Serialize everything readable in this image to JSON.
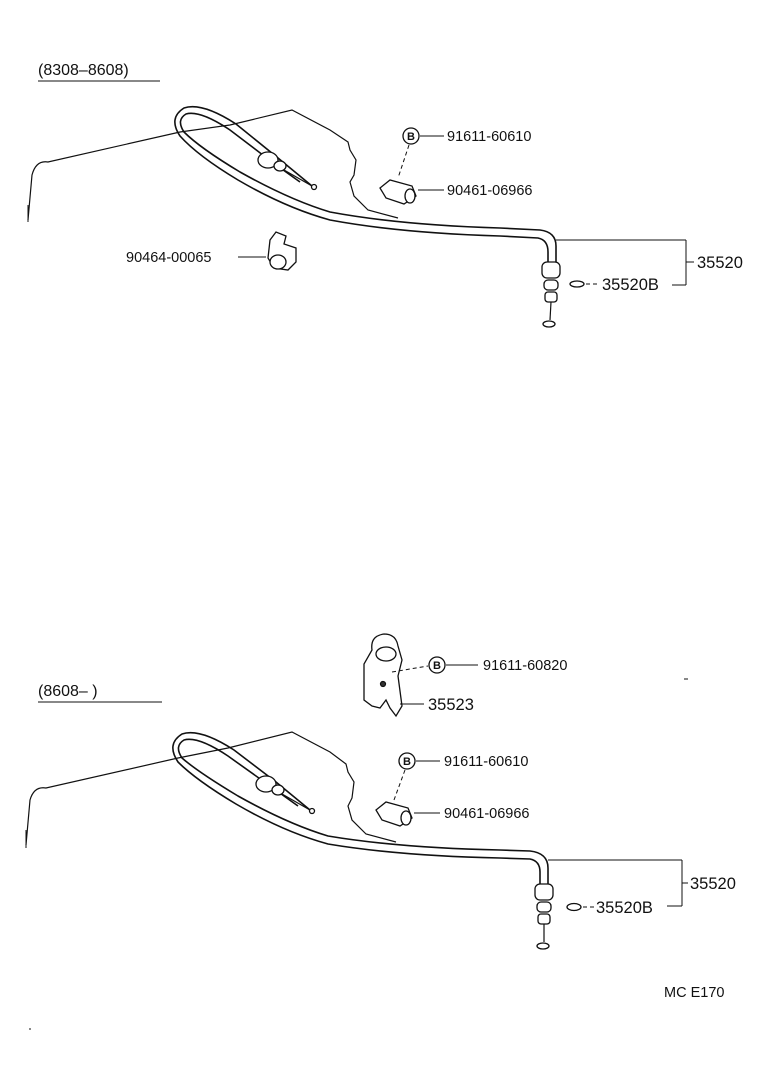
{
  "sections": [
    {
      "range_label": "(8308–8608)",
      "parts": {
        "bolt_circle_letter": "B",
        "bolt": "91611-60610",
        "clamp": "90461-06966",
        "clip": "90464-00065",
        "cable": "35520",
        "cable_sub": "35520B"
      }
    },
    {
      "range_label": "(8608–        )",
      "parts": {
        "bracket_bolt_circle_letter": "B",
        "bracket_bolt": "91611-60820",
        "bracket": "35523",
        "bolt_circle_letter": "B",
        "bolt": "91611-60610",
        "clamp": "90461-06966",
        "cable": "35520",
        "cable_sub": "35520B"
      }
    }
  ],
  "figure_code": "MC E170"
}
